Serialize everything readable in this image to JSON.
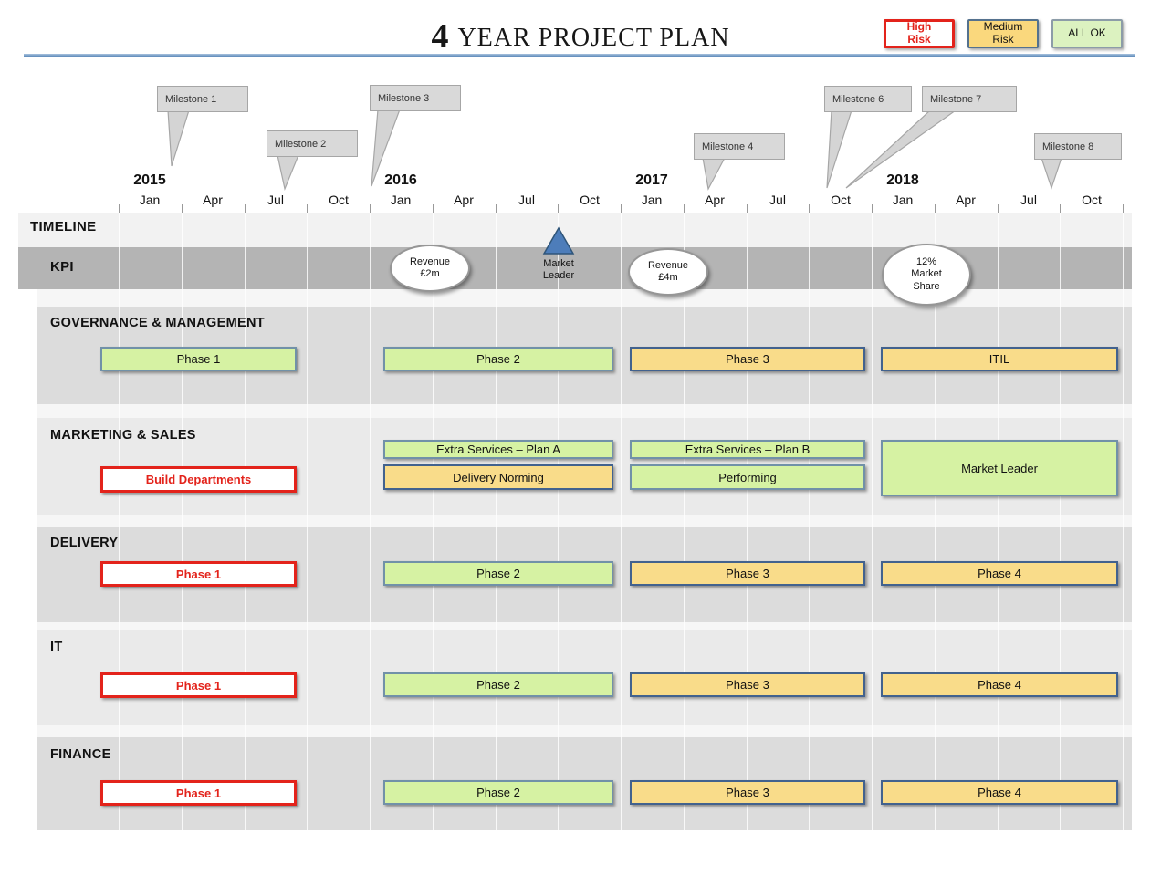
{
  "header": {
    "title_number": "4",
    "title_text": "YEAR PROJECT PLAN",
    "legend": [
      {
        "id": "high-risk",
        "label": "High\nRisk",
        "color": "#e3231b"
      },
      {
        "id": "medium-risk",
        "label": "Medium\nRisk",
        "color": "#fad87d"
      },
      {
        "id": "all-ok",
        "label": "ALL OK",
        "color": "#dcf2c0"
      }
    ]
  },
  "milestones": [
    {
      "label": "Milestone 1"
    },
    {
      "label": "Milestone 2"
    },
    {
      "label": "Milestone 3"
    },
    {
      "label": "Milestone 4"
    },
    {
      "label": "Milestone 6"
    },
    {
      "label": "Milestone 7"
    },
    {
      "label": "Milestone 8"
    }
  ],
  "timeline": {
    "row_label": "TIMELINE",
    "kpi_label": "KPI",
    "years": [
      "2015",
      "2016",
      "2017",
      "2018"
    ],
    "months": [
      "Jan",
      "Apr",
      "Jul",
      "Oct",
      "Jan",
      "Apr",
      "Jul",
      "Oct",
      "Jan",
      "Apr",
      "Jul",
      "Oct",
      "Jan",
      "Apr",
      "Jul",
      "Oct"
    ]
  },
  "kpi": {
    "items": [
      {
        "label": "Revenue\n£2m",
        "shape": "oval"
      },
      {
        "label": "Market\nLeader",
        "shape": "triangle"
      },
      {
        "label": "Revenue\n£4m",
        "shape": "oval"
      },
      {
        "label": "12%\nMarket\nShare",
        "shape": "oval"
      }
    ]
  },
  "sections": [
    {
      "title": "GOVERNANCE  & MANAGEMENT",
      "bars": [
        {
          "label": "Phase 1",
          "status": "ok"
        },
        {
          "label": "Phase 2",
          "status": "ok"
        },
        {
          "label": "Phase 3",
          "status": "medium"
        },
        {
          "label": "ITIL",
          "status": "medium"
        }
      ]
    },
    {
      "title": "MARKETING  & SALES",
      "bars": [
        {
          "label": "Build Departments",
          "status": "high"
        },
        {
          "label": "Extra Services – Plan A",
          "status": "ok"
        },
        {
          "label": "Delivery Norming",
          "status": "medium"
        },
        {
          "label": "Extra Services – Plan B",
          "status": "ok"
        },
        {
          "label": "Performing",
          "status": "ok"
        },
        {
          "label": "Market Leader",
          "status": "ok"
        }
      ]
    },
    {
      "title": "DELIVERY",
      "bars": [
        {
          "label": "Phase 1",
          "status": "high"
        },
        {
          "label": "Phase 2",
          "status": "ok"
        },
        {
          "label": "Phase 3",
          "status": "medium"
        },
        {
          "label": "Phase 4",
          "status": "medium"
        }
      ]
    },
    {
      "title": "IT",
      "bars": [
        {
          "label": "Phase 1",
          "status": "high"
        },
        {
          "label": "Phase 2",
          "status": "ok"
        },
        {
          "label": "Phase 3",
          "status": "medium"
        },
        {
          "label": "Phase 4",
          "status": "medium"
        }
      ]
    },
    {
      "title": "FINANCE",
      "bars": [
        {
          "label": "Phase 1",
          "status": "high"
        },
        {
          "label": "Phase 2",
          "status": "ok"
        },
        {
          "label": "Phase 3",
          "status": "medium"
        },
        {
          "label": "Phase 4",
          "status": "medium"
        }
      ]
    }
  ],
  "colors": {
    "status_ok": "#d6f2a3",
    "status_medium": "#f9dc8a",
    "status_high_border": "#e3231b",
    "kpi_band": "#b4b4b4",
    "band_dark": "#dcdcdc",
    "band_light": "#eaeaea",
    "triangle": "#4d7dba",
    "title_rule": "#5b88b9"
  }
}
